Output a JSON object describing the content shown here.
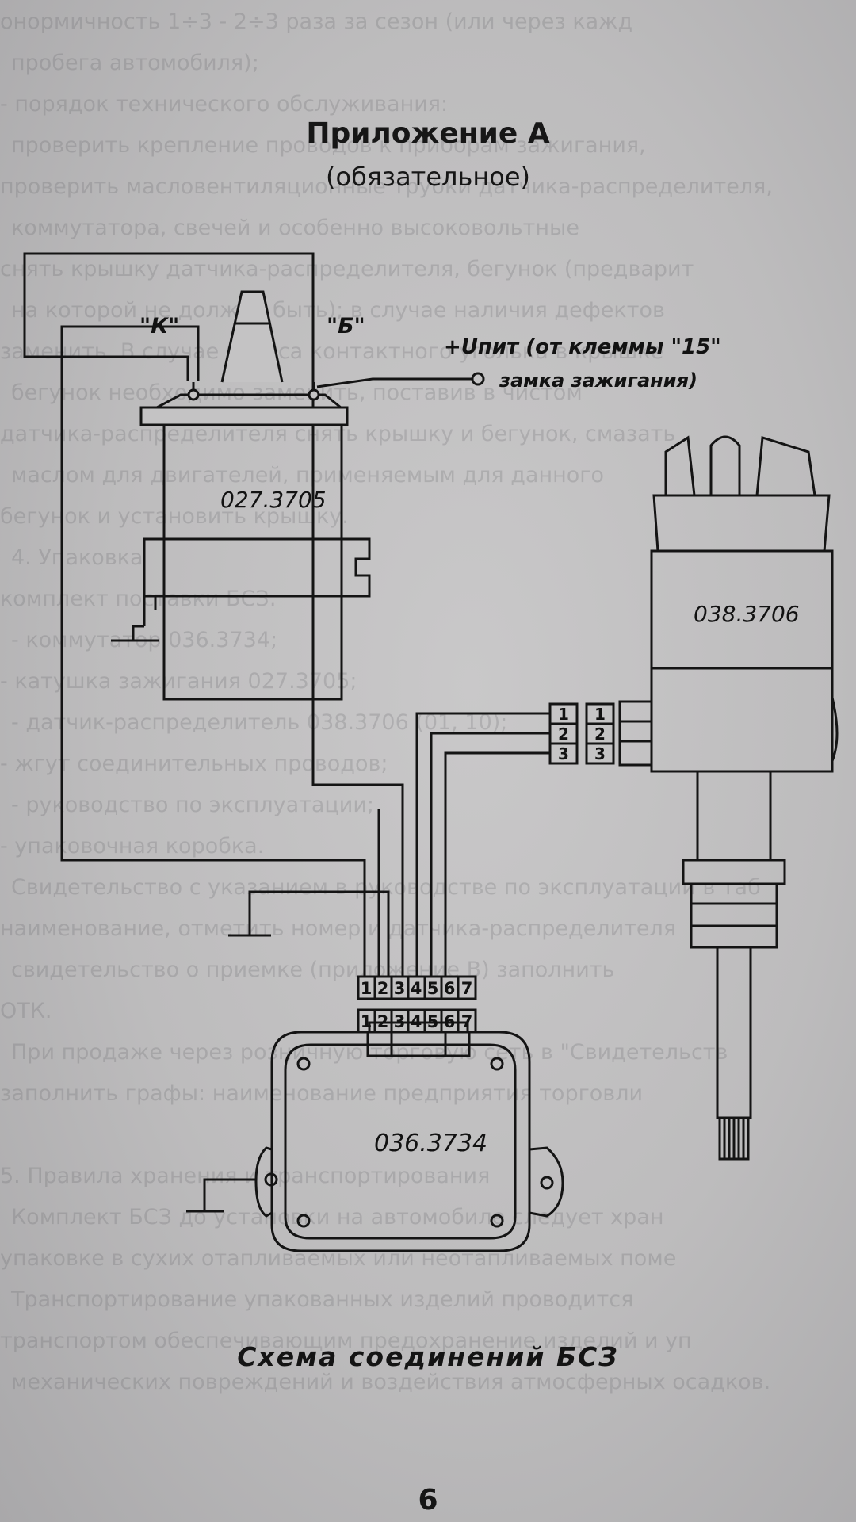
{
  "background_text": [
    "онормичность 1÷3 - 2÷3 раза за сезон (или через кажд",
    "    пробега автомобиля);",
    "  - порядок технического обслуживания:",
    "    проверить крепление проводов к приборам зажигания,",
    "    проверить масловентиляционные трубки датчика-распределителя,",
    "    коммутатора, свечей и особенно высоковольтные",
    "    снять крышку датчика-распределителя, бегунок (предварит",
    "    на которой не должно быть); в случае наличия дефектов",
    "    заменить. В случае износа контактного уголька в крышке",
    "    бегунок необходимо заменить, поставив в чистом",
    "    датчика-распределителя снять крышку и бегунок, смазать",
    "    маслом для двигателей, применяемым для данного",
    "    бегунок и установить крышку.",
    "                      4. Упаковка",
    "    комплект поставки БСЗ:",
    "    - коммутатор 036.3734;",
    "    - катушка зажигания 027.3705;",
    "    - датчик-распределитель 038.3706 (01, 10);",
    "    - жгут соединительных проводов;",
    "    - руководство по эксплуатации;",
    "    - упаковочная коробка.",
    "    Свидетельство с указанием в руководстве по эксплуатации в таб",
    "    наименование, отметить номер и датчика-распределителя",
    "    свидетельство о приемке (приложение В) заполнить",
    "    ОТК.",
    "    При продаже через розничную торговую сеть в \"Свидетельств",
    "    заполнить графы: наименование предприятия торговли",
    "",
    "           5. Правила хранения и транспортирования",
    "    Комплект БСЗ до установки на автомобиле следует хран",
    "    упаковке в сухих отапливаемых или неотапливаемых поме",
    "    Транспортирование упакованных изделий проводится",
    "    транспортом обеспечивающим предохранение изделий и уп",
    "    механических повреждений и воздействия атмосферных осадков."
  ],
  "title": {
    "line1": "Приложение А",
    "line2": "(обязательное)"
  },
  "diagram": {
    "coil": {
      "model": "027.3705",
      "terminal_k": "\"К\"",
      "terminal_b": "\"Б\""
    },
    "supply": {
      "label_line1": "+Uпит (от клеммы \"15\"",
      "label_line2": "замка зажигания)"
    },
    "distributor": {
      "model": "038.3706",
      "pins_left": [
        "1",
        "2",
        "3"
      ],
      "pins_right": [
        "1",
        "2",
        "3"
      ]
    },
    "commutator": {
      "model": "036.3734",
      "connector_top": [
        "1",
        "2",
        "3",
        "4",
        "5",
        "6",
        "7"
      ],
      "connector_bottom": [
        "1",
        "2",
        "3",
        "4",
        "5",
        "6",
        "7"
      ]
    }
  },
  "caption": "Схема соединений БСЗ",
  "page_number": "6",
  "colors": {
    "paper": "#c4c3c4",
    "ink": "#141414"
  }
}
